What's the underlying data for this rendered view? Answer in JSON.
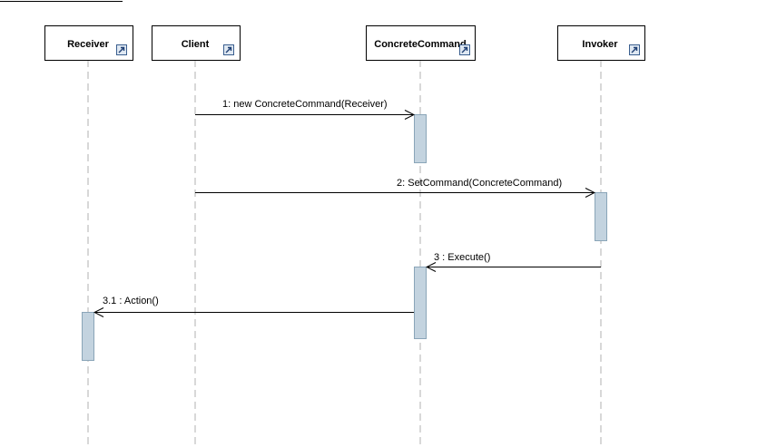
{
  "diagram": {
    "participants": [
      {
        "id": "receiver",
        "name": "Receiver"
      },
      {
        "id": "client",
        "name": "Client"
      },
      {
        "id": "concrete_command",
        "name": "ConcreteCommand"
      },
      {
        "id": "invoker",
        "name": "Invoker"
      }
    ],
    "messages": [
      {
        "label": "1: new ConcreteCommand(Receiver)",
        "from": "Client",
        "to": "ConcreteCommand"
      },
      {
        "label": "2:  SetCommand(ConcreteCommand)",
        "from": "Client",
        "to": "Invoker"
      },
      {
        "label": "3 : Execute()",
        "from": "Invoker",
        "to": "ConcreteCommand"
      },
      {
        "label": "3.1 : Action()",
        "from": "ConcreteCommand",
        "to": "Receiver"
      }
    ],
    "icon_name": "link-shortcut-icon",
    "colors": {
      "activation_fill": "#c3d3df",
      "activation_stroke": "#8aa5b8",
      "lifeline": "#b0b0b0",
      "line": "#000000"
    }
  }
}
